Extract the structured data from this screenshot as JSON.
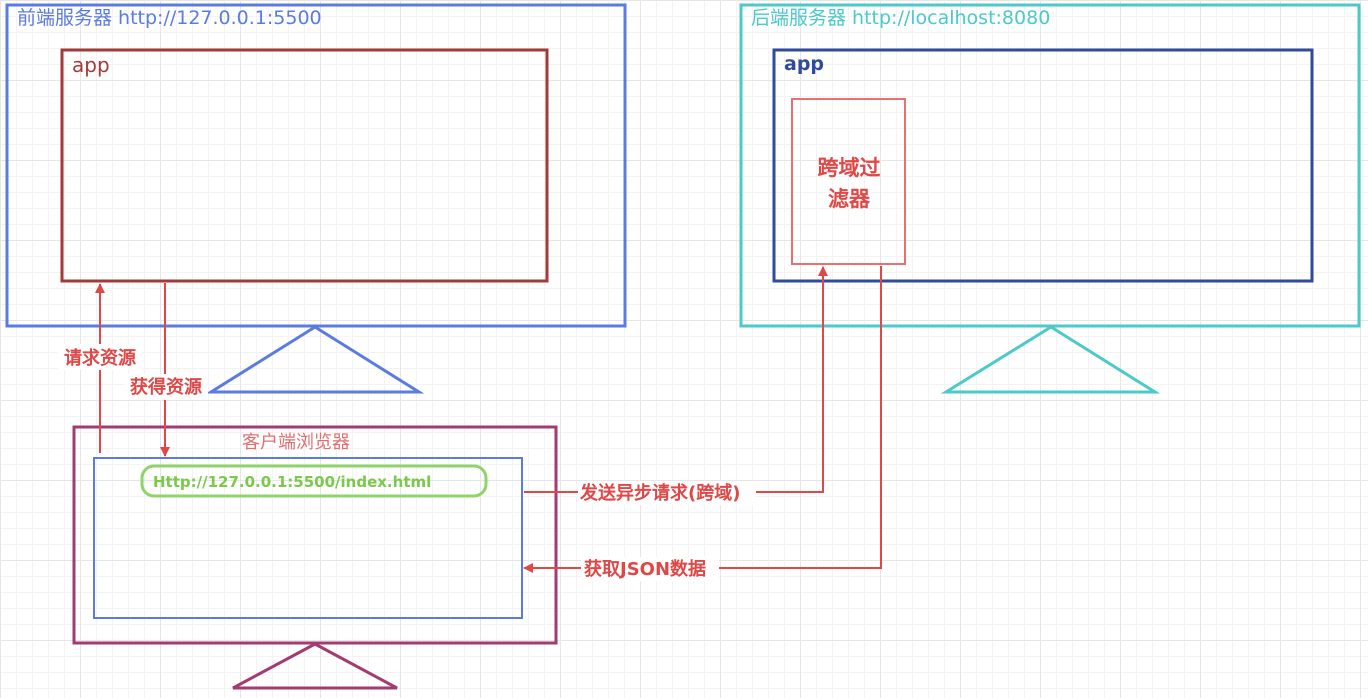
{
  "frontend_server": {
    "label": "前端服务器 http://127.0.0.1:5500",
    "color": "#5b7be0"
  },
  "frontend_app": {
    "label": "app",
    "color": "#a33a3a"
  },
  "backend_server": {
    "label": "后端服务器 http://localhost:8080",
    "color": "#4cc9c9"
  },
  "backend_app": {
    "label": "app",
    "color": "#2f4a9e"
  },
  "cors_filter": {
    "line1": "跨域过",
    "line2": "滤器",
    "color": "#e87070",
    "text_color": "#e04848"
  },
  "client_browser": {
    "label": "客户端浏览器",
    "color": "#a33a72",
    "label_color": "#e07070"
  },
  "browser_inner": {
    "color": "#5b7be0"
  },
  "url_bar": {
    "text": "Http://127.0.0.1:5500/index.html",
    "color": "#8fd46a",
    "text_color": "#7bc84a"
  },
  "arrows": {
    "request_resource": "请求资源",
    "get_resource": "获得资源",
    "send_async": "发送异步请求(跨域)",
    "get_json": "获取JSON数据",
    "color": "#e04848"
  }
}
